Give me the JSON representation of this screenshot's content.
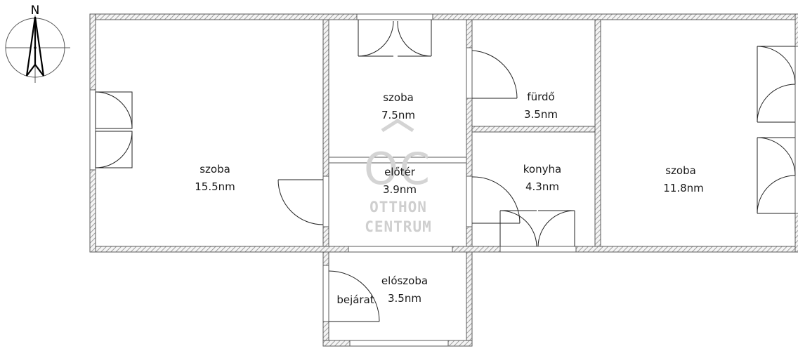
{
  "compass": {
    "north_letter": "N",
    "icon": "north-arrow-icon"
  },
  "watermark": {
    "logo": "OC",
    "line1": "OTTHON",
    "line2": "CENTRUM",
    "color": "#d0d0d0"
  },
  "rooms": [
    {
      "id": "szoba-west",
      "name": "szoba",
      "area": "15.5nm"
    },
    {
      "id": "szoba-center",
      "name": "szoba",
      "area": "7.5nm"
    },
    {
      "id": "furdo",
      "name": "fürdő",
      "area": "3.5nm"
    },
    {
      "id": "eloter",
      "name": "előtér",
      "area": "3.9nm"
    },
    {
      "id": "konyha",
      "name": "konyha",
      "area": "4.3nm"
    },
    {
      "id": "szoba-east",
      "name": "szoba",
      "area": "11.8nm"
    },
    {
      "id": "eloszoba",
      "name": "elószoba",
      "area": "3.5nm"
    }
  ],
  "entrance": {
    "label": "bejárat"
  },
  "colors": {
    "wall_outline": "#5a5a5a",
    "wall_hatch": "#8a8a8a",
    "line": "#222222"
  }
}
